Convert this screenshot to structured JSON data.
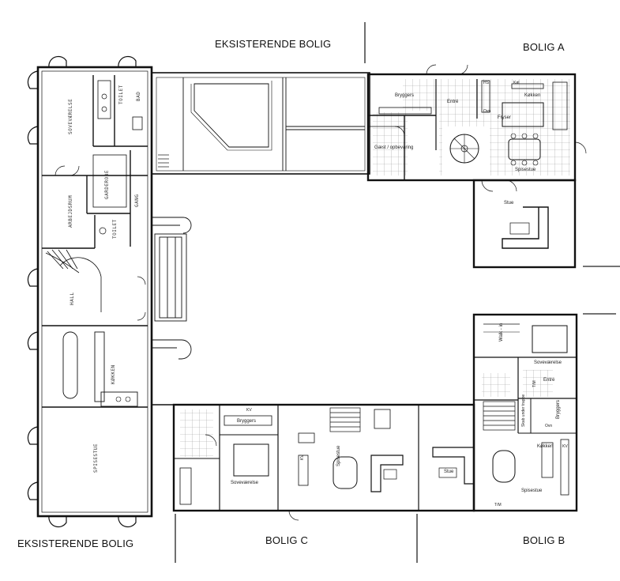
{
  "labels": {
    "existing_top": "EKSISTERENDE BOLIG",
    "bolig_a": "BOLIG A",
    "existing_bottom": "EKSISTERENDE BOLIG",
    "bolig_c": "BOLIG C",
    "bolig_b": "BOLIG B"
  },
  "rooms_a": {
    "hs": "HS",
    "kol": "Køl",
    "bryggers": "Bryggers",
    "entre": "Entré",
    "ovn": "Ovn",
    "kokken": "Køkken",
    "fryser": "Fryser",
    "gaest": "Gæst / opbevaring",
    "spisestue": "Spisestue",
    "stue": "Stue"
  },
  "rooms_b": {
    "walk_in": "Walk - in",
    "sovevaerelse": "Soveværelse",
    "tm": "T/M",
    "entre": "Entré",
    "bryggers": "Bryggers",
    "skab": "Skab under trappe",
    "ovn": "Ovn",
    "kokken": "Køkken",
    "kv": "KV",
    "spisestue": "Spisestue",
    "stue": "Stue",
    "tm2": "T/M"
  },
  "rooms_c": {
    "kv": "KV",
    "bryggers": "Bryggers",
    "sovevaerelse": "Soveværelse",
    "kv2": "KV",
    "spisestue": "Spisestue"
  },
  "rooms_existing": {
    "sovevaerelse": "SOVEVÆRELSE",
    "toilet": "TOILET",
    "bad": "BAD",
    "garderobe": "GARDEROBE",
    "gang": "GANG",
    "arbejdsrum": "ARBEJDSRUM",
    "toilet2": "TOILET",
    "hall": "HALL",
    "kokken": "KØKKEN",
    "spisestue": "SPISESTUE"
  }
}
